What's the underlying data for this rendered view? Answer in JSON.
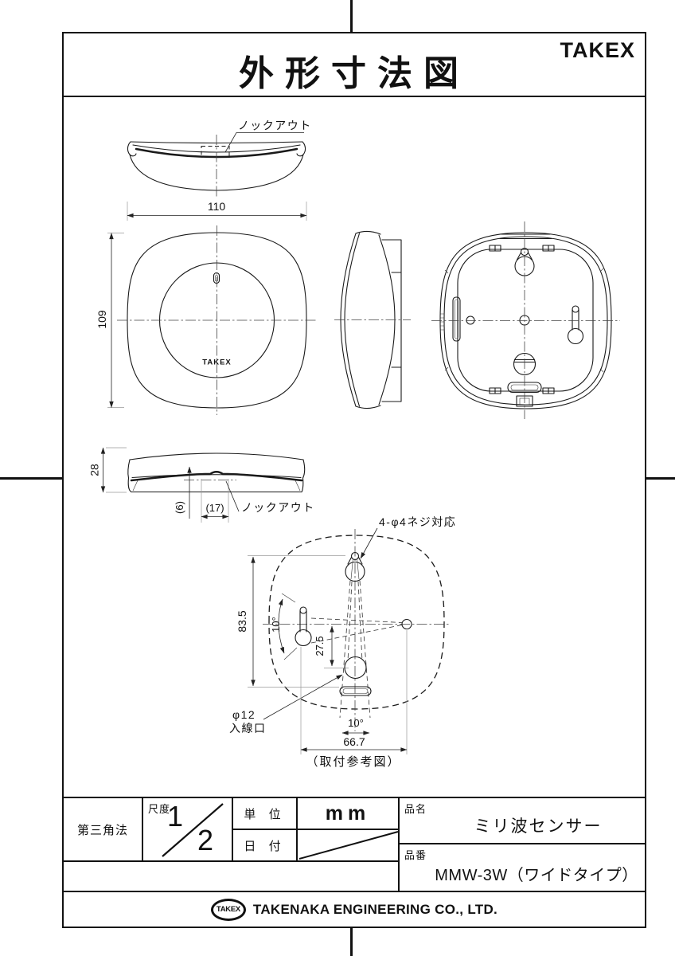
{
  "header": {
    "title": "外形寸法図",
    "brand": "TAKEX"
  },
  "views": {
    "top_view": {
      "knockout_label": "ノックアウト"
    },
    "front_view": {
      "logo": "TAKEX"
    },
    "dims": {
      "width": "110",
      "height": "109",
      "thickness": "28",
      "knockout_offset": "(6)",
      "knockout_width": "(17)"
    },
    "bottom_view": {
      "knockout_label": "ノックアウト"
    },
    "mounting": {
      "screw_note": "4-φ4ネジ対応",
      "dim_height": "83.5",
      "dim_offset": "27.5",
      "angle_side": "10°",
      "angle_bottom": "10°",
      "dim_width": "66.7",
      "entry_dia": "φ12",
      "entry_label": "入線口",
      "caption": "（取付参考図）"
    }
  },
  "title_block": {
    "projection": "第三角法",
    "scale_label": "尺度",
    "scale_numerator": "1",
    "scale_denominator": "2",
    "unit_label": "単 位",
    "unit_value": "mm",
    "date_label": "日 付",
    "name_label": "品名",
    "name_value": "ミリ波センサー",
    "number_label": "品番",
    "number_value": "MMW-3W（ワイドタイプ）"
  },
  "footer": {
    "logo": "TAKEX",
    "company": "TAKENAKA ENGINEERING CO., LTD."
  }
}
